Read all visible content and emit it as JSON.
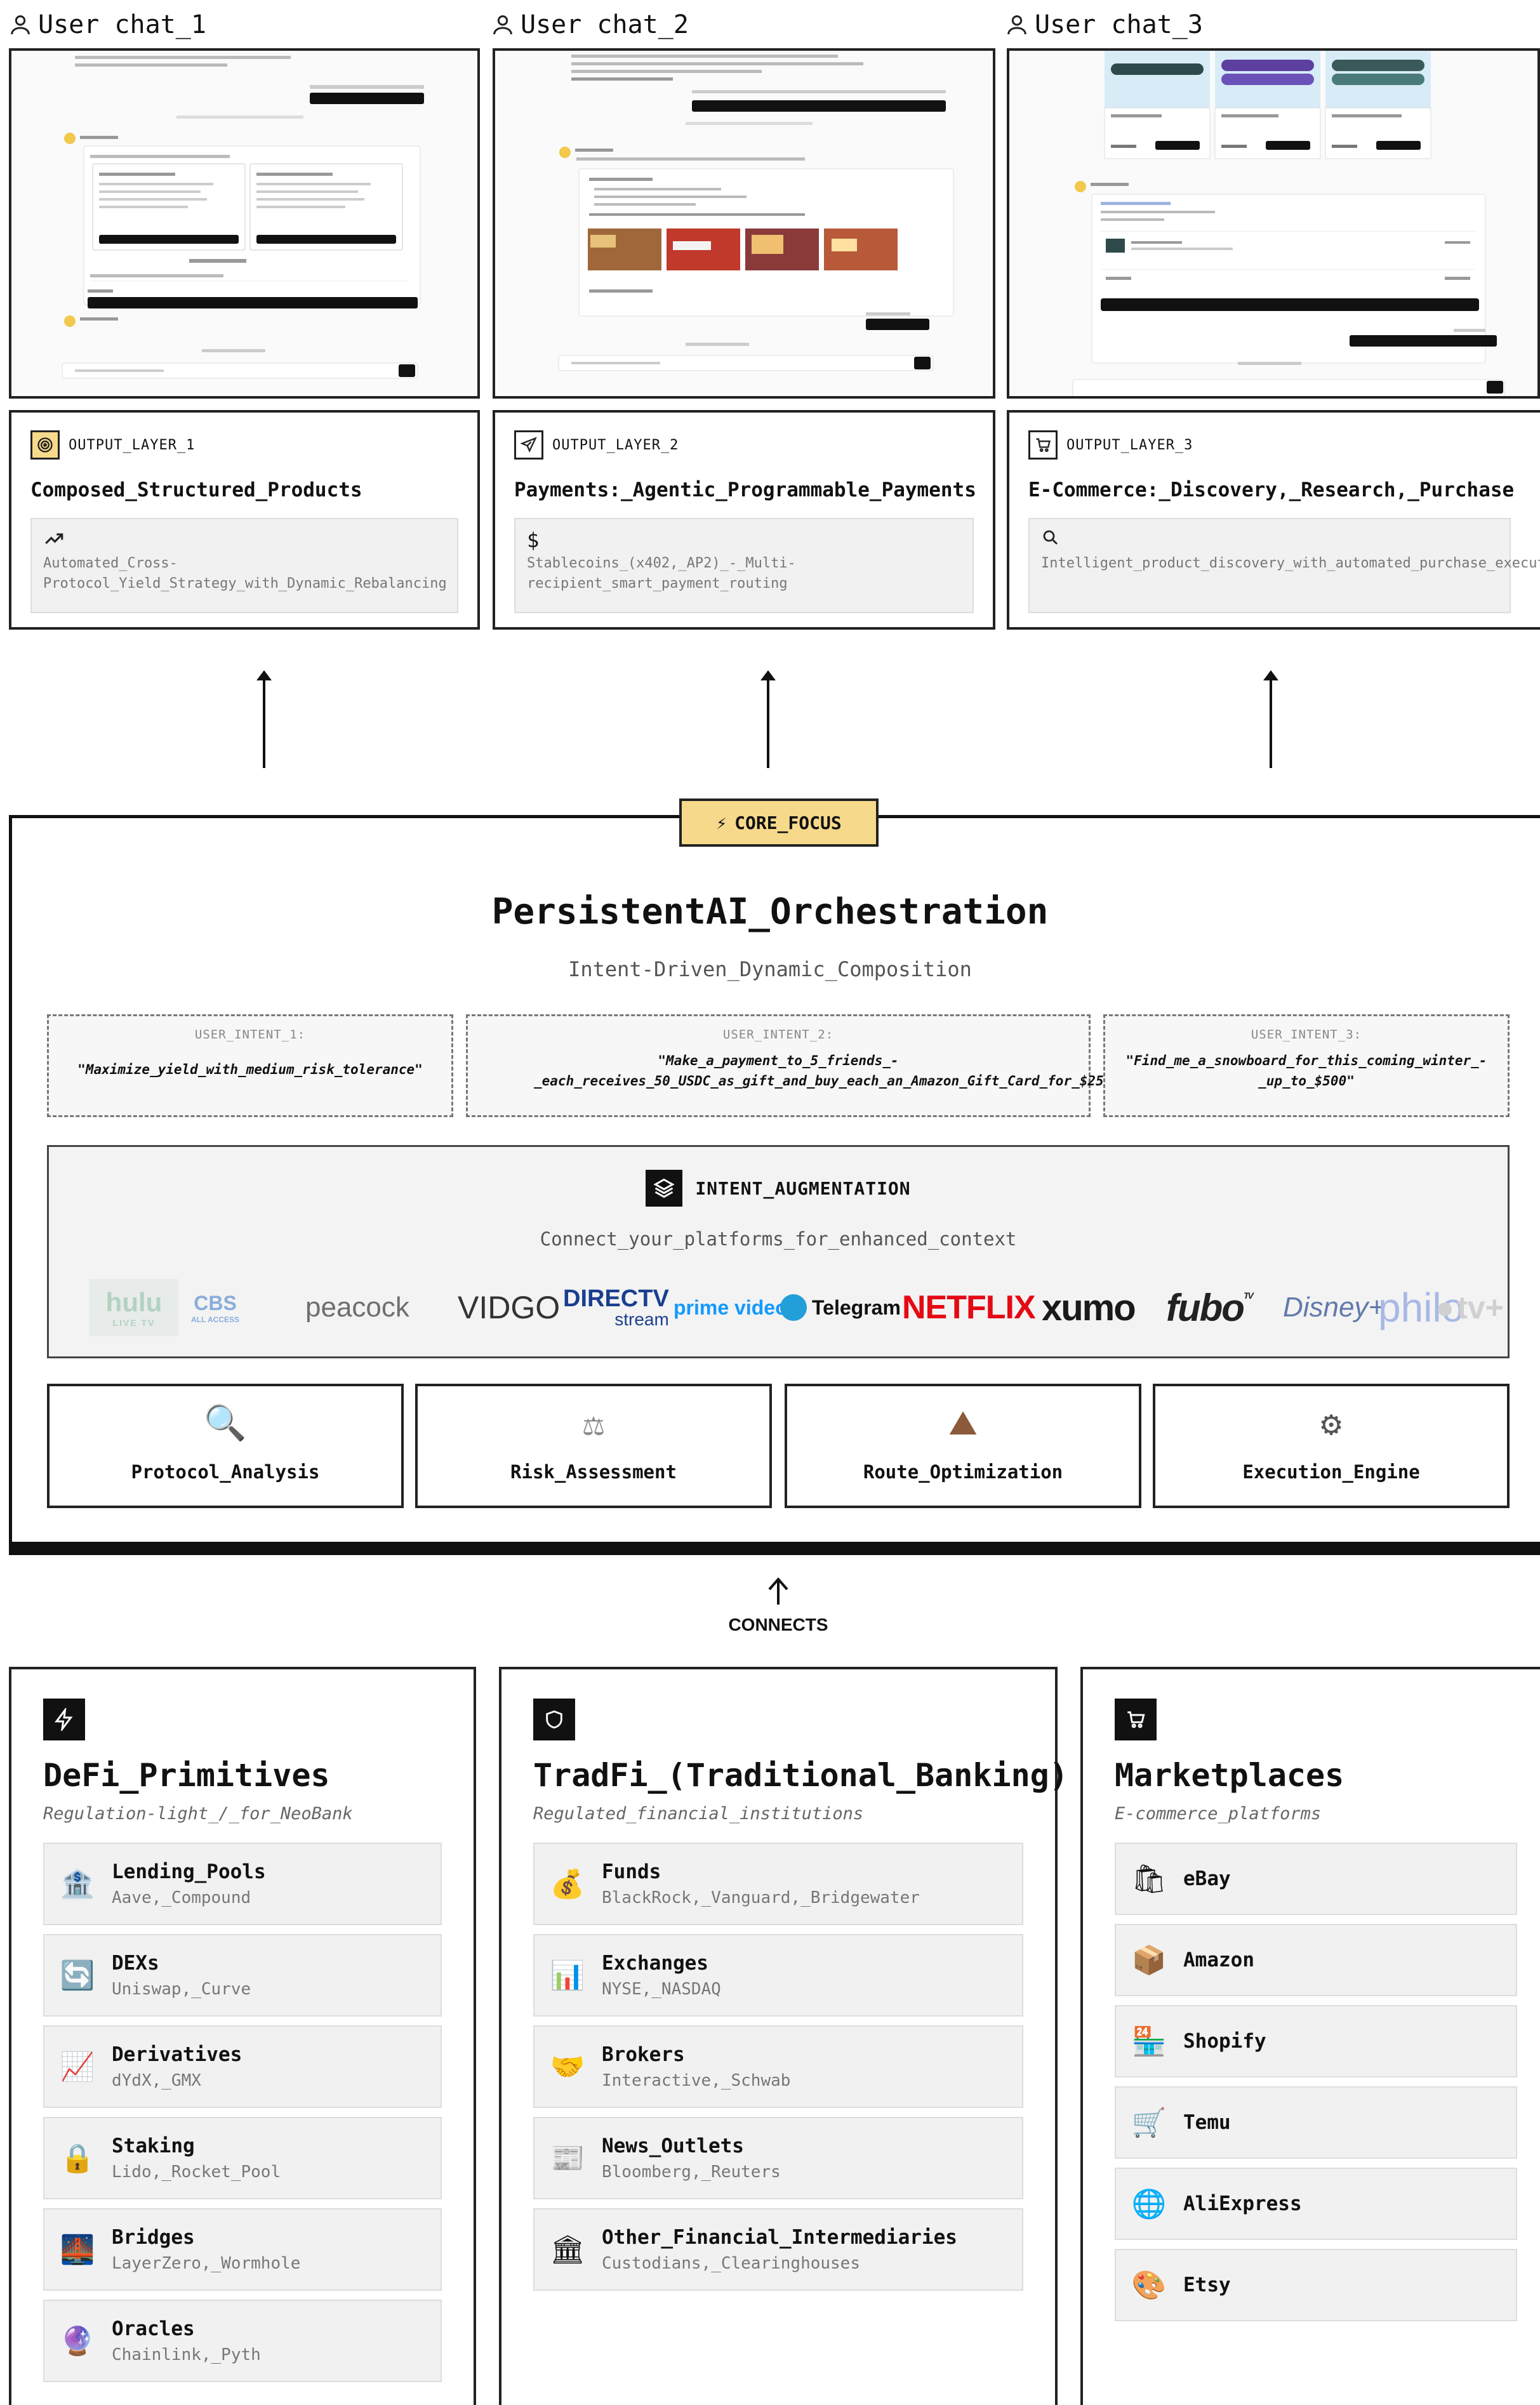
{
  "chats": [
    {
      "label": "User chat_1"
    },
    {
      "label": "User chat_2"
    },
    {
      "label": "User chat_3"
    }
  ],
  "outputs": [
    {
      "tag": "OUTPUT_LAYER_1",
      "icon": "target-icon",
      "title": "Composed_Structured_Products",
      "box_icon": "trend-up-icon",
      "box_text": "Automated_Cross-Protocol_Yield_Strategy_with_Dynamic_Rebalancing"
    },
    {
      "tag": "OUTPUT_LAYER_2",
      "icon": "send-icon",
      "title": "Payments:_Agentic_Programmable_Payments",
      "box_icon": "dollar-icon",
      "box_text": "Stablecoins_(x402,_AP2)_-_Multi-recipient_smart_payment_routing"
    },
    {
      "tag": "OUTPUT_LAYER_3",
      "icon": "cart-icon",
      "title": "E-Commerce:_Discovery,_Research,_Purchase",
      "box_icon": "search-icon",
      "box_text": "Intelligent_product_discovery_with_automated_purchase_execution"
    }
  ],
  "core": {
    "badge": "CORE_FOCUS",
    "badge_icon": "⚡",
    "title": "PersistentAI_Orchestration",
    "subtitle": "Intent-Driven_Dynamic_Composition",
    "intents": [
      {
        "label": "USER_INTENT_1:",
        "text": "\"Maximize_yield_with_medium_risk_tolerance\""
      },
      {
        "label": "USER_INTENT_2:",
        "text": "\"Make_a_payment_to_5_friends_-_each_receives_50_USDC_as_gift_and_buy_each_an_Amazon_Gift_Card_for_$25\""
      },
      {
        "label": "USER_INTENT_3:",
        "text": "\"Find_me_a_snowboard_for_this_coming_winter_-_up_to_$500\""
      }
    ],
    "augmentation": {
      "title": "INTENT_AUGMENTATION",
      "subtitle": "Connect_your_platforms_for_enhanced_context",
      "logos": [
        "hulu",
        "LIVE TV",
        "CBS",
        "ALL ACCESS",
        "peacock",
        "VIDGO",
        "DIRECTV",
        "stream",
        "prime video",
        "Telegram",
        "NETFLIX",
        "xumo",
        "fubo",
        "TV",
        "Disney+",
        "philo",
        "tv+"
      ]
    },
    "modules": [
      {
        "label": "Protocol_Analysis",
        "icon": "🔍"
      },
      {
        "label": "Risk_Assessment",
        "icon": "⚖"
      },
      {
        "label": "Route_Optimization",
        "icon": "⛰"
      },
      {
        "label": "Execution_Engine",
        "icon": "⚙"
      }
    ]
  },
  "connects_label": "CONNECTS",
  "columns": [
    {
      "title": "DeFi_Primitives",
      "subtitle": "Regulation-light_/_for_NeoBank",
      "icon": "lightning-icon",
      "items": [
        {
          "name": "Lending_Pools",
          "desc": "Aave,_Compound",
          "emoji": "🏦"
        },
        {
          "name": "DEXs",
          "desc": "Uniswap,_Curve",
          "emoji": "🔄"
        },
        {
          "name": "Derivatives",
          "desc": "dYdX,_GMX",
          "emoji": "📈"
        },
        {
          "name": "Staking",
          "desc": "Lido,_Rocket_Pool",
          "emoji": "🔒"
        },
        {
          "name": "Bridges",
          "desc": "LayerZero,_Wormhole",
          "emoji": "🌉"
        },
        {
          "name": "Oracles",
          "desc": "Chainlink,_Pyth",
          "emoji": "🔮"
        }
      ]
    },
    {
      "title": "TradFi_(Traditional_Banking)",
      "subtitle": "Regulated_financial_institutions",
      "icon": "shield-icon",
      "items": [
        {
          "name": "Funds",
          "desc": "BlackRock,_Vanguard,_Bridgewater",
          "emoji": "💰"
        },
        {
          "name": "Exchanges",
          "desc": "NYSE,_NASDAQ",
          "emoji": "📊"
        },
        {
          "name": "Brokers",
          "desc": "Interactive,_Schwab",
          "emoji": "🤝"
        },
        {
          "name": "News_Outlets",
          "desc": "Bloomberg,_Reuters",
          "emoji": "📰"
        },
        {
          "name": "Other_Financial_Intermediaries",
          "desc": "Custodians,_Clearinghouses",
          "emoji": "🏛"
        }
      ]
    },
    {
      "title": "Marketplaces",
      "subtitle": "E-commerce_platforms",
      "icon": "cart-icon",
      "items": [
        {
          "name": "eBay",
          "emoji": "🛍"
        },
        {
          "name": "Amazon",
          "emoji": "📦"
        },
        {
          "name": "Shopify",
          "emoji": "🏪"
        },
        {
          "name": "Temu",
          "emoji": "🛒"
        },
        {
          "name": "AliExpress",
          "emoji": "🌐"
        },
        {
          "name": "Etsy",
          "emoji": "🎨"
        }
      ]
    }
  ]
}
